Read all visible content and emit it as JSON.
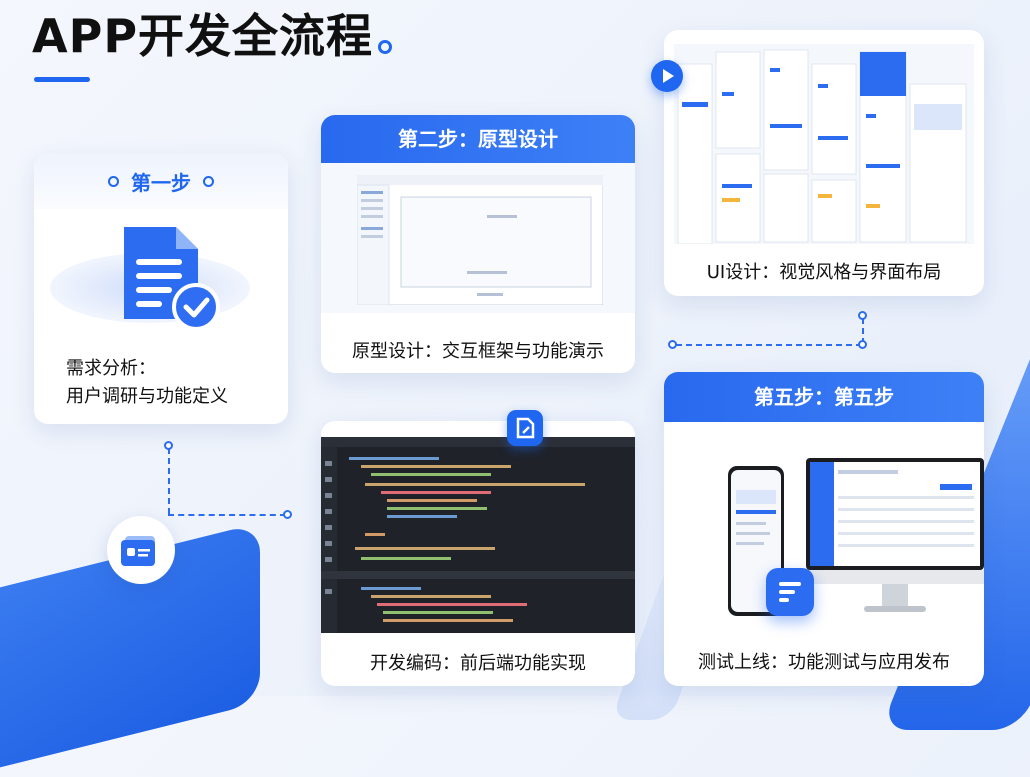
{
  "page": {
    "title": "APP开发全流程"
  },
  "step1": {
    "label": "第一步",
    "line1": "需求分析：",
    "line2": "用户调研与功能定义"
  },
  "step2": {
    "label": "第二步：原型设计",
    "caption": "原型设计：交互框架与功能演示"
  },
  "ui_design": {
    "caption": "UI设计：视觉风格与界面布局"
  },
  "dev": {
    "caption": "开发编码：前后端功能实现"
  },
  "test": {
    "label": "第五步：第五步",
    "caption": "测试上线：功能测试与应用发布"
  },
  "icons": {
    "document": "document-check-icon",
    "play": "play-icon",
    "code": "code-badge-icon",
    "folder": "folder-icon",
    "app": "app-list-icon"
  },
  "colors": {
    "accent": "#1f66f0",
    "text": "#111111",
    "code_bg": "#1f2229"
  }
}
